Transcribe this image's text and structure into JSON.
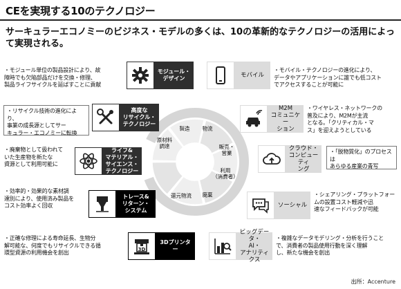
{
  "title": "CEを実現する10のテクノロジー",
  "subtitle": "サーキュラーエコノミーのビジネス・モデルの多くは、10の革新的なテクノロジーの活用によって実現される。",
  "source": "出所：Accenture",
  "wheel_segments": [
    "製造",
    "物流",
    "販売・\n営業",
    "利用\n（消費者）",
    "廃棄",
    "還元物流",
    "原材料\n調達"
  ],
  "left_items": [
    {
      "label": "モジュール・\nデザイン",
      "icon": "gear-icon",
      "desc": "・モジュール単位の製品設計により、故\n障時でも欠陥部品だけを交換・修理、\n製品ライフサイクルを延ばすことに貢献"
    },
    {
      "label": "高度な\nリサイクル・\nテクノロジー",
      "icon": "tools-icon",
      "desc": "・リサイクル技術の進化により、\n事業の成長源としてサー\nキュラー・エコノミーに転換"
    },
    {
      "label": "ライフ&\nマテリアル・\nサイエンス・\nテクノロジー",
      "icon": "atom-icon",
      "desc": "・廃棄物として扱われて\nいた生産物を新たな\n資源として利用可能に"
    },
    {
      "label": "トレース&\nリターン・\nシステム",
      "icon": "recycle-tag-icon",
      "desc": "・効率的・効果的な素材調\n達別により、使用済み製品を\nコスト効率よく回収"
    },
    {
      "label": "3Dプリンター",
      "icon": "3d-printer-icon",
      "desc": "・正確な修理による寿命延長、生物分\n解可能な、何度でもリサイクルできる循\n環型資源の利用機会を創出"
    }
  ],
  "right_items": [
    {
      "label": "モバイル",
      "icon": "mobile-icon",
      "desc": "・モバイル・テクノロジーの進化により、\nデータやアプリケーションに誰でも低コスト\nでアクセスすることが可能に"
    },
    {
      "label": "M2M\nコミュニケー\nション",
      "icon": "car-signal-icon",
      "desc": "・ワイヤレス・ネットワークの\n普及により、M2Mが主流\nとなる。「クリティカル・マ\nス」を迎えようとしている"
    },
    {
      "label": "クラウド・\nコンピューティ\nング",
      "icon": "cloud-icon",
      "desc": "・「脱物質化」のプロセスは\nあらゆる産業の青写"
    },
    {
      "label": "ソーシャル",
      "icon": "chat-icon",
      "desc": "・シェアリング・プラットフォー\nムの設置コスト軽減や迅\n速なフィードバックが可能"
    },
    {
      "label": "ビッグデータ・\nAI・\nアナリティクス",
      "icon": "analytics-icon",
      "desc": "・複雑なデータモデリング・分析を行うこと\nで、消費者の製品使用行動を深く理解\nし、新たな機会を創出"
    }
  ]
}
